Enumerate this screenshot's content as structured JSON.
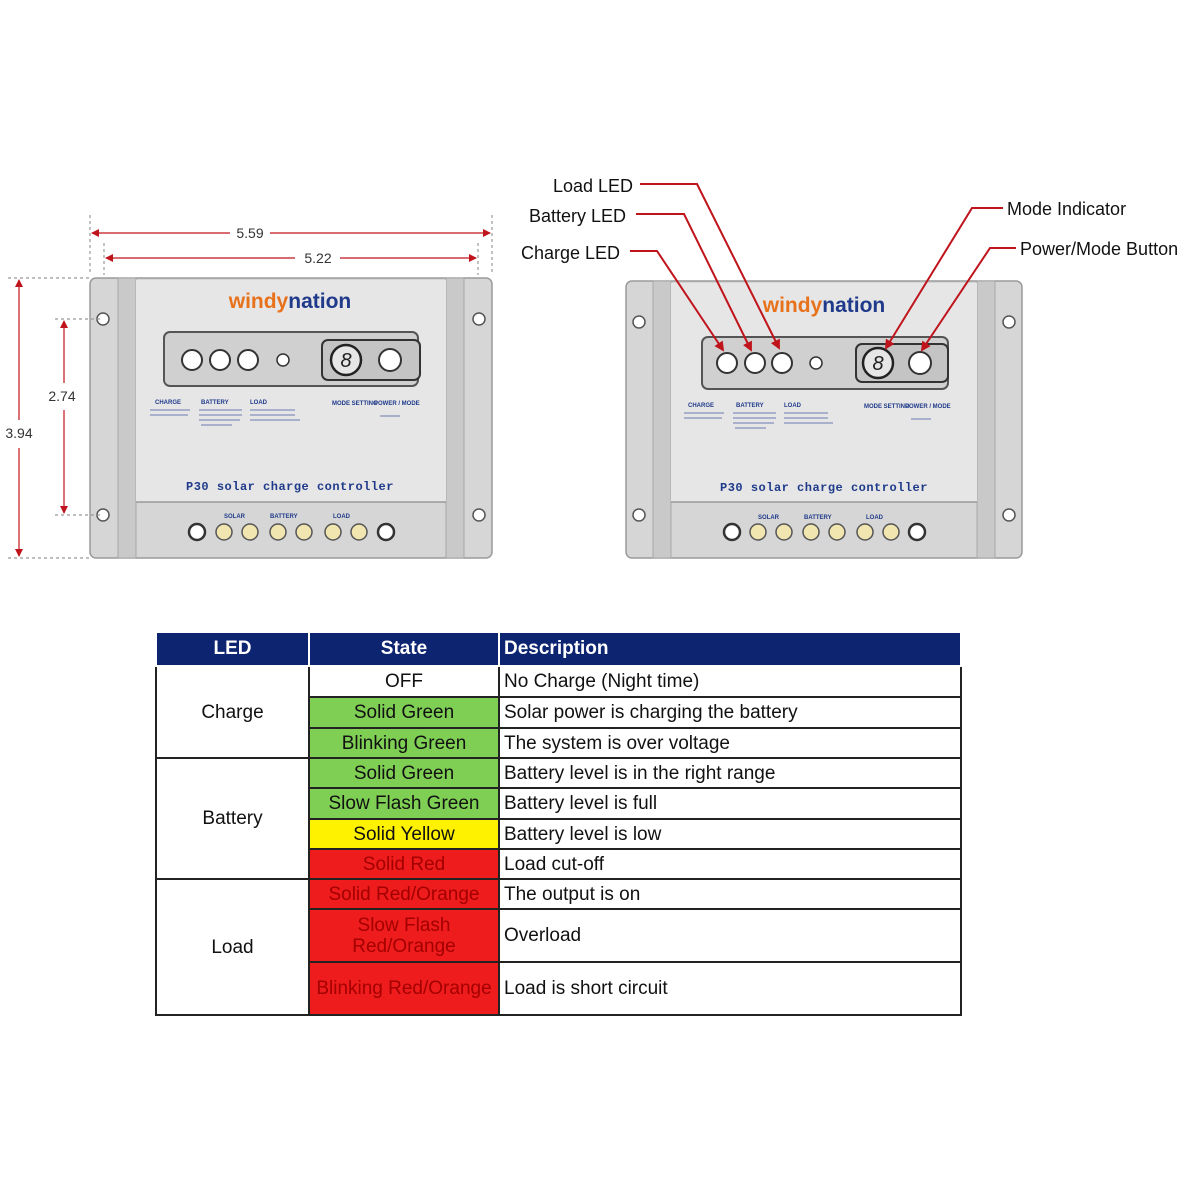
{
  "brand": {
    "windy": "windy",
    "nation": "nation"
  },
  "model_label": "P30 solar charge controller",
  "panel_labels": {
    "charge": "CHARGE",
    "battery": "BATTERY",
    "load": "LOAD",
    "mode": "MODE SETTING",
    "power": "POWER / MODE",
    "solar": "SOLAR",
    "term_battery": "BATTERY",
    "term_load": "LOAD",
    "digit": "8"
  },
  "dimensions": {
    "outer_width": "5.59",
    "inner_width": "5.22",
    "inner_height": "2.74",
    "outer_height": "3.94"
  },
  "callouts": {
    "load_led": "Load LED",
    "battery_led": "Battery LED",
    "charge_led": "Charge LED",
    "mode_indicator": "Mode Indicator",
    "power_mode_button": "Power/Mode Button"
  },
  "colors": {
    "green": "#7fcf55",
    "yellow": "#fff200",
    "red": "#ee1c1c",
    "header": "#0d2470",
    "callout_line": "#c0141c"
  },
  "table": {
    "headers": {
      "led": "LED",
      "state": "State",
      "description": "Description"
    },
    "groups": [
      {
        "led": "Charge",
        "rows": [
          {
            "state": "OFF",
            "color": "off",
            "description": "No Charge (Night time)"
          },
          {
            "state": "Solid Green",
            "color": "green",
            "description": "Solar power is charging the battery"
          },
          {
            "state": "Blinking Green",
            "color": "green",
            "description": "The system is over voltage"
          }
        ]
      },
      {
        "led": "Battery",
        "rows": [
          {
            "state": "Solid Green",
            "color": "green",
            "description": "Battery level is in the right range"
          },
          {
            "state": "Slow Flash Green",
            "color": "green",
            "description": "Battery level is full"
          },
          {
            "state": "Solid Yellow",
            "color": "yellow",
            "description": "Battery level is low"
          },
          {
            "state": "Solid Red",
            "color": "red",
            "description": "Load cut-off"
          }
        ]
      },
      {
        "led": "Load",
        "rows": [
          {
            "state": "Solid Red/Orange",
            "color": "red",
            "description": "The output is on"
          },
          {
            "state": "Slow Flash Red/Orange",
            "color": "red",
            "description": "Overload"
          },
          {
            "state": "Blinking Red/Orange",
            "color": "red",
            "description": "Load is short circuit"
          }
        ]
      }
    ]
  }
}
